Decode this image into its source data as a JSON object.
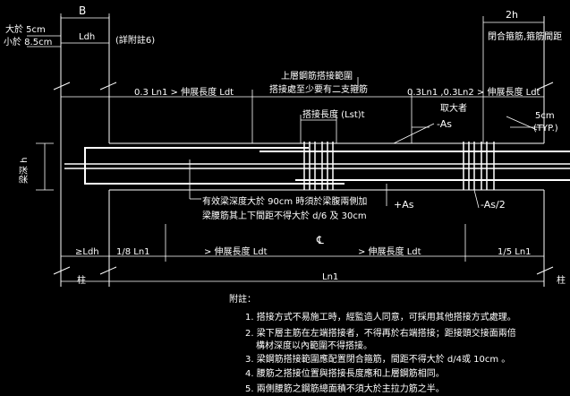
{
  "labels": {
    "b_top": "B",
    "over_5cm": "大於 5cm",
    "under_8_5cm": "小於 8.5cm",
    "ldh_top": "Ldh",
    "see_note6": "(詳附註6)",
    "two_h": "2h",
    "closed_stirrup_spacing": "閉合箍筋,箍筋間距",
    "top_lap_range_line1": "上層鋼筋搭接範圍",
    "top_lap_range_line2": "搭接處至少要有二支箍筋",
    "left_span_dim": "0.3 Ln1 > 伸展長度 Ldt",
    "right_span_dim": "0.3Ln1 ,0.3Ln2 > 伸展長度 Ldt",
    "lap_length": "搭接長度 (Lst)t",
    "take_larger": "取大者",
    "minus_as": "-As",
    "five_cm": "5cm",
    "typ": "(TYP.)",
    "beam_depth": "梁深 h",
    "web_note_line1": "有效梁深度大於 90cm 時須於梁腹兩側加",
    "web_note_line2": "梁腰筋其上下間距不得大於 d/6 及 30cm",
    "plus_as": "+As",
    "minus_as_half": "-As/2",
    "ge_ldh": "≥Ldh",
    "one_eighth_ln": "1/8 Ln1",
    "dev_length_left": "> 伸展長度 Ldt",
    "centerline": "℄",
    "dev_length_right": "> 伸展長度 Ldt",
    "one_fifth_ln": "1/5 Ln1",
    "column_left": "柱",
    "column_right": "柱",
    "ln1": "Ln1"
  },
  "notes": {
    "title": "附註：",
    "items": [
      "1. 搭接方式不易施工時，經監造人同意，可採用其他搭接方式處理。",
      "2. 梁下層主筋在左端搭接者，不得再於右端搭接；距接頭交接面兩倍",
      "構材深度以內範圍不得搭接。",
      "3. 梁鋼筋搭接範圍應配置閉合箍筋，間距不得大於 d/4或 10cm 。",
      "4. 腰筋之搭接位置與搭接長度應和上層鋼筋相同。",
      "5. 兩側腰筋之鋼筋總面積不須大於主拉力筋之半。"
    ]
  }
}
